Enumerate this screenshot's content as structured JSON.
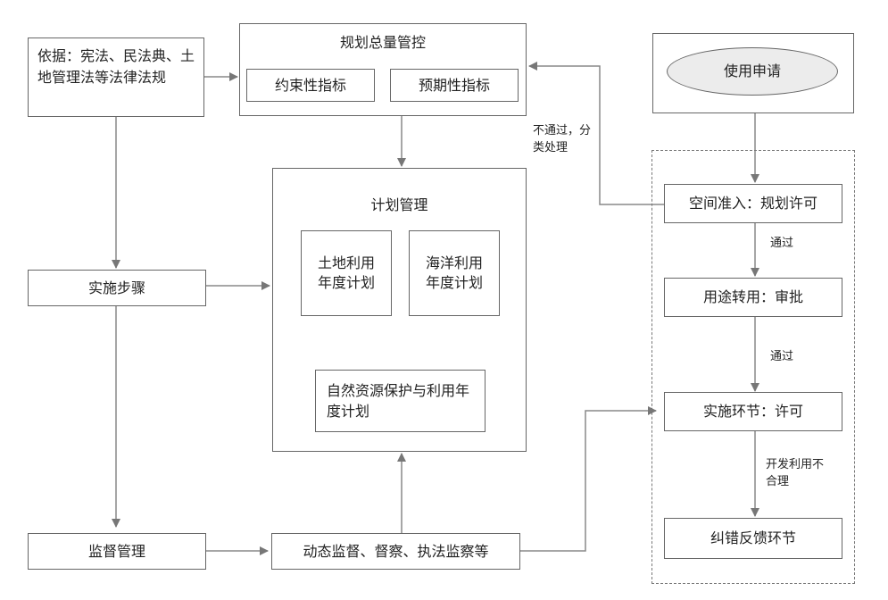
{
  "basis": {
    "text": "依据：宪法、民法典、土地管理法等法律法规"
  },
  "plan_control": {
    "title": "规划总量管控",
    "binding": "约束性指标",
    "expected": "预期性指标"
  },
  "plan_mgmt": {
    "title": "计划管理",
    "land": "土地利用年度计划",
    "ocean": "海洋利用年度计划",
    "natural": "自然资源保护与利用年度计划"
  },
  "steps": {
    "label": "实施步骤"
  },
  "supervision": {
    "label": "监督管理"
  },
  "dynamic": {
    "label": "动态监督、督察、执法监察等"
  },
  "application": {
    "label": "使用申请"
  },
  "process": {
    "access": "空间准入：规划许可",
    "conversion": "用途转用：审批",
    "implement": "实施环节：许可",
    "correction": "纠错反馈环节"
  },
  "edge_labels": {
    "fail": "不通过，分类处理",
    "pass1": "通过",
    "pass2": "通过",
    "unreasonable": "开发利用不合理"
  }
}
